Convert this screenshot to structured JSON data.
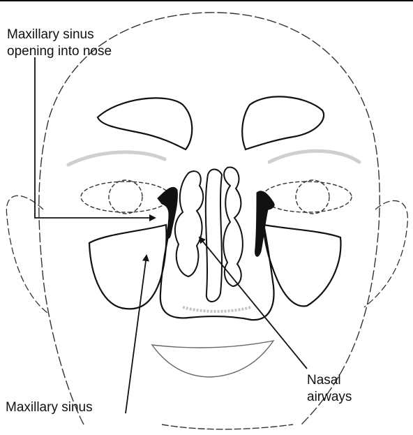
{
  "labels": {
    "opening_line1": "Maxillary sinus",
    "opening_line2": "opening into nose",
    "sinus": "Maxillary sinus",
    "nasal_line1": "Nasal",
    "nasal_line2": "airways"
  },
  "colors": {
    "ink": "#111111",
    "faint": "#9a9a9a",
    "background": "#ffffff"
  }
}
